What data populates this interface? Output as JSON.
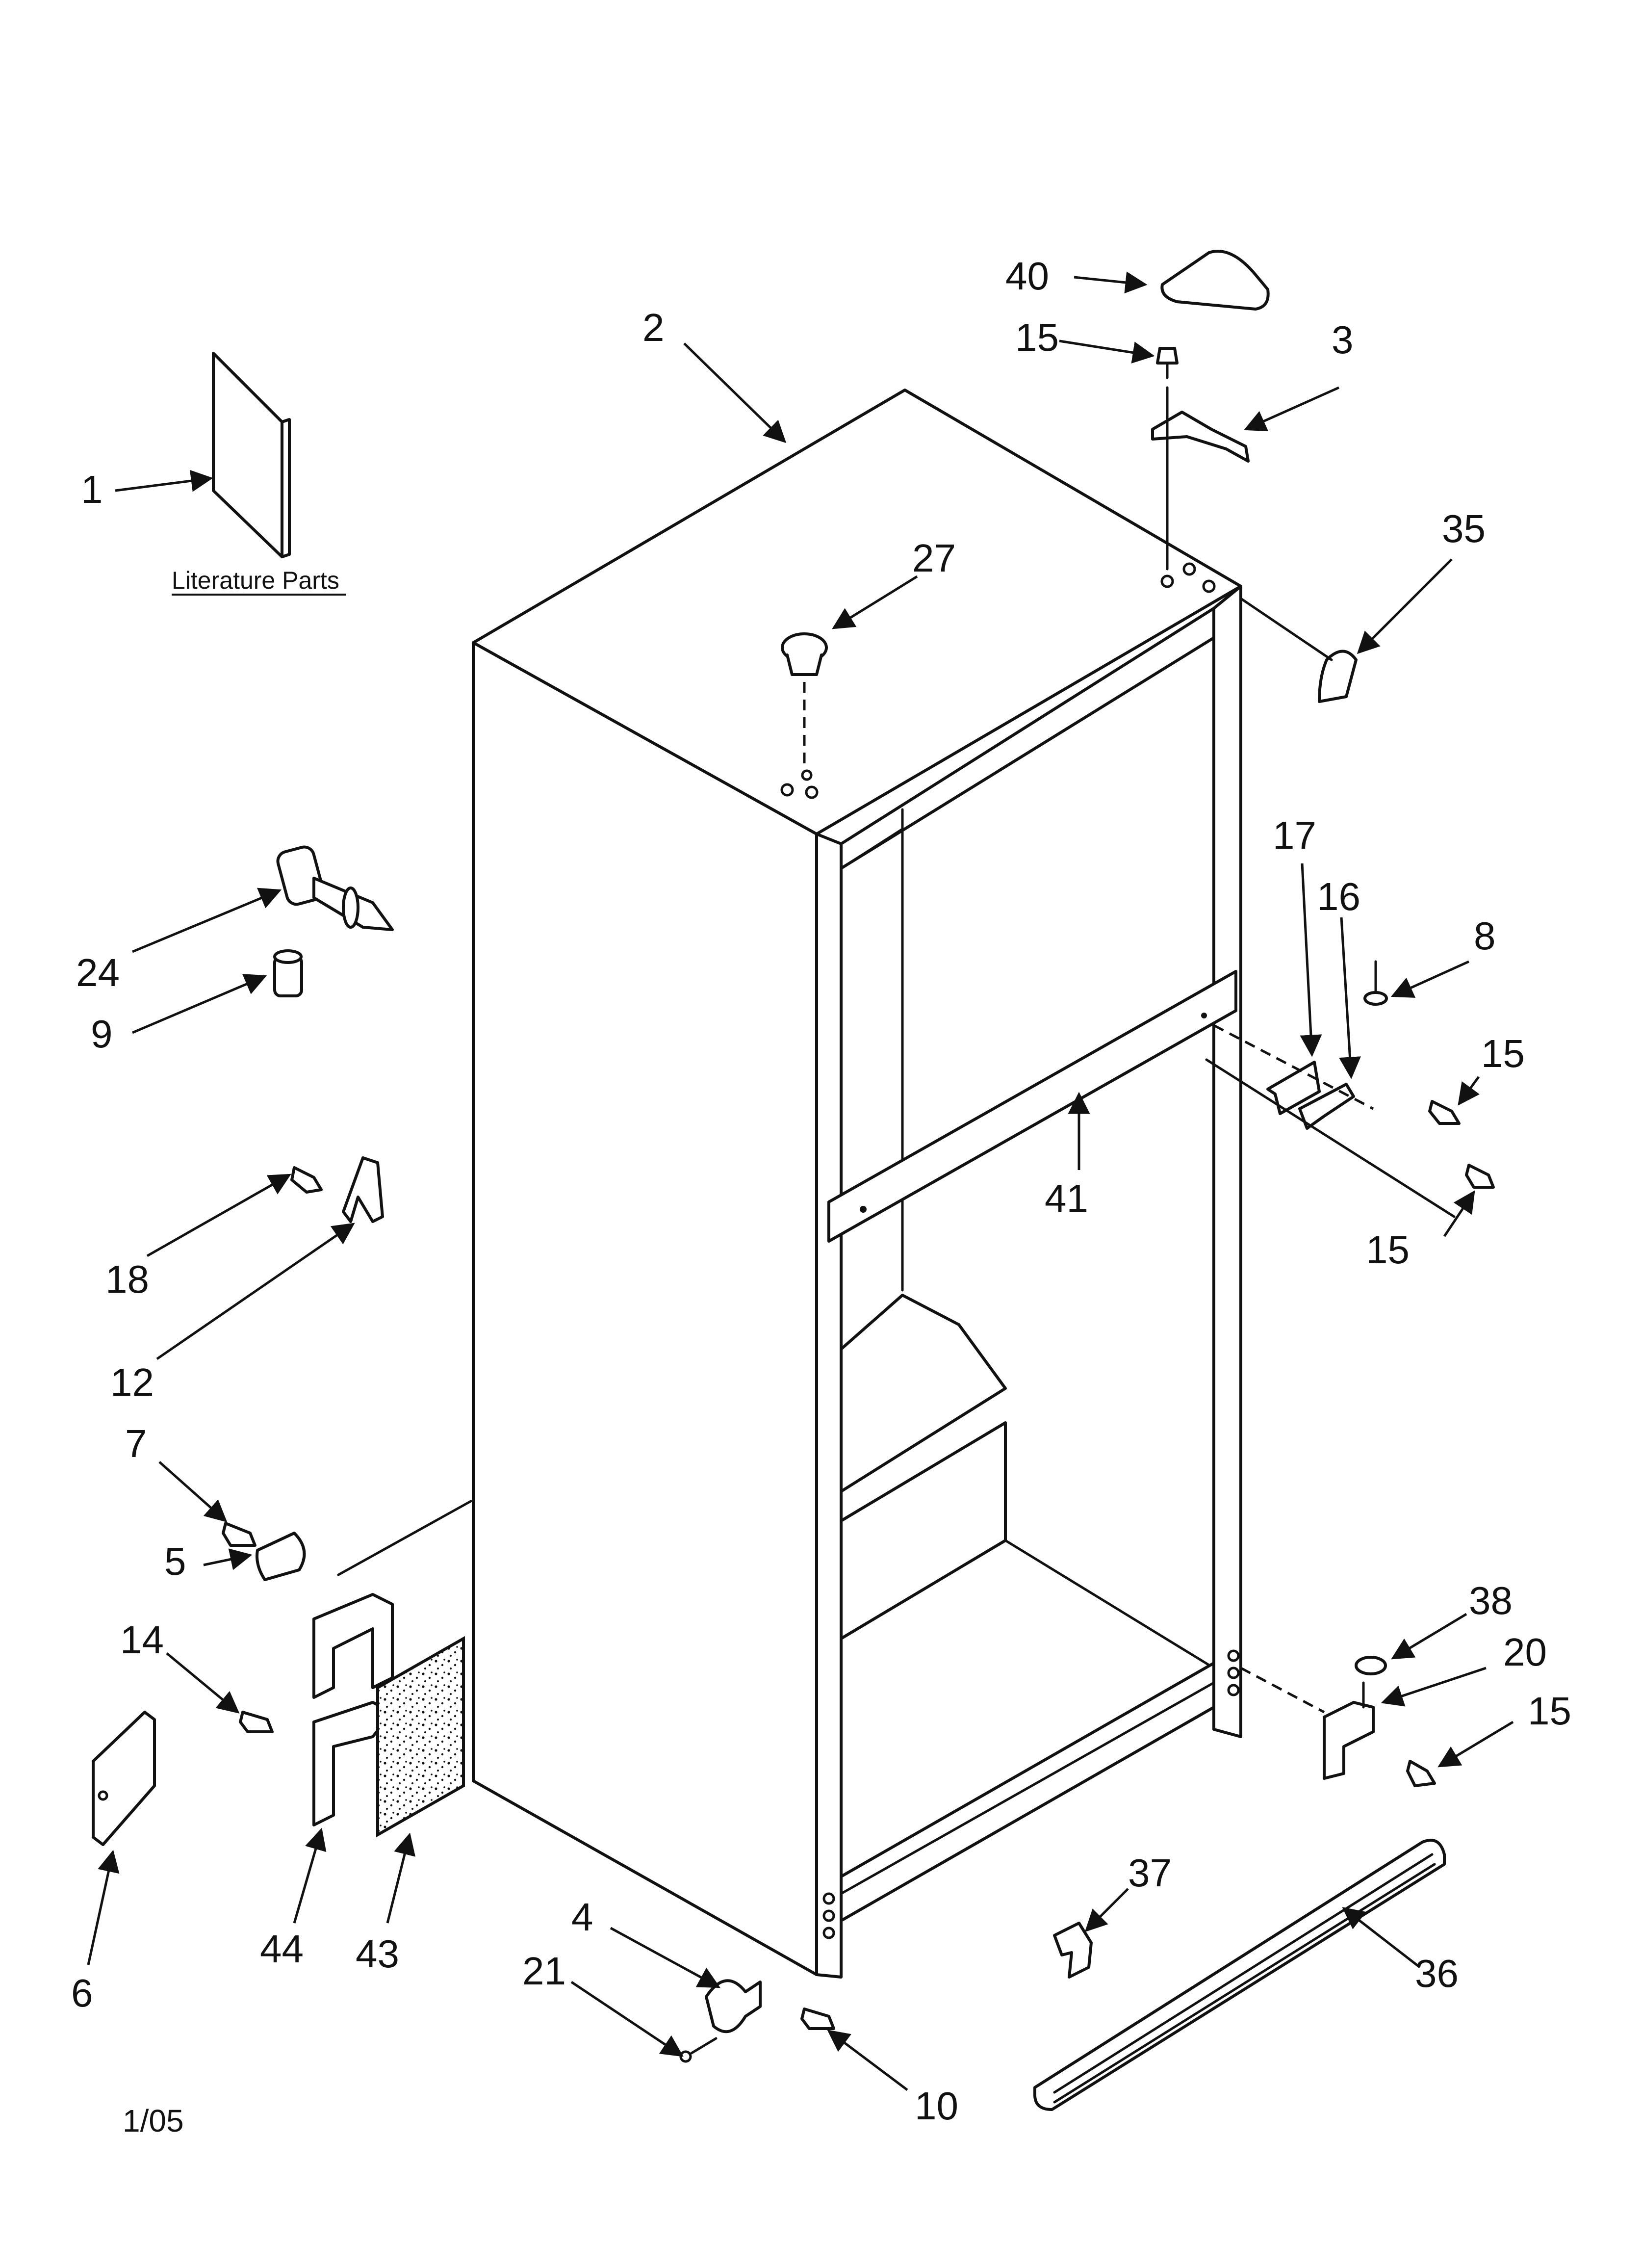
{
  "caption": "Literature Parts",
  "revision_date": "1/05",
  "callouts": {
    "p1": "1",
    "p2": "2",
    "p3": "3",
    "p4": "4",
    "p5": "5",
    "p6": "6",
    "p7": "7",
    "p8": "8",
    "p9": "9",
    "p10": "10",
    "p12": "12",
    "p14": "14",
    "p15a": "15",
    "p15b": "15",
    "p15c": "15",
    "p15d": "15",
    "p16": "16",
    "p17": "17",
    "p18": "18",
    "p20": "20",
    "p21": "21",
    "p24": "24",
    "p27": "27",
    "p35": "35",
    "p36": "36",
    "p37": "37",
    "p38": "38",
    "p40": "40",
    "p41": "41",
    "p43": "43",
    "p44": "44"
  }
}
